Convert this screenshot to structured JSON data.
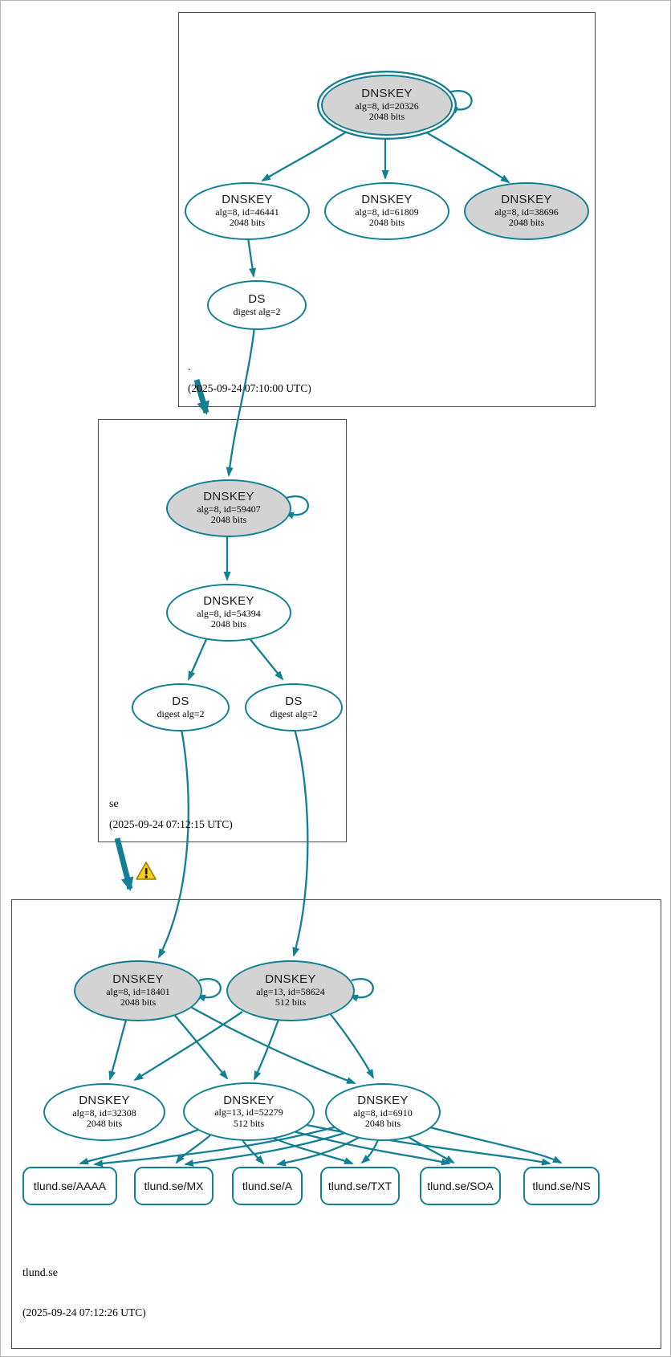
{
  "colors": {
    "edge": "#127f92",
    "node_fill": "#d3d3d3",
    "warning": "#f7cf13"
  },
  "zones": [
    {
      "label": ".",
      "timestamp": "(2025-09-24 07:10:00 UTC)",
      "dnskeys": [
        {
          "title": "DNSKEY",
          "detail": "alg=8, id=20326",
          "bits": "2048 bits"
        },
        {
          "title": "DNSKEY",
          "detail": "alg=8, id=46441",
          "bits": "2048 bits"
        },
        {
          "title": "DNSKEY",
          "detail": "alg=8, id=61809",
          "bits": "2048 bits"
        },
        {
          "title": "DNSKEY",
          "detail": "alg=8, id=38696",
          "bits": "2048 bits"
        }
      ],
      "ds": [
        {
          "title": "DS",
          "detail": "digest alg=2"
        }
      ]
    },
    {
      "label": "se",
      "timestamp": "(2025-09-24 07:12:15 UTC)",
      "dnskeys": [
        {
          "title": "DNSKEY",
          "detail": "alg=8, id=59407",
          "bits": "2048 bits"
        },
        {
          "title": "DNSKEY",
          "detail": "alg=8, id=54394",
          "bits": "2048 bits"
        }
      ],
      "ds": [
        {
          "title": "DS",
          "detail": "digest alg=2"
        },
        {
          "title": "DS",
          "detail": "digest alg=2"
        }
      ]
    },
    {
      "label": "tlund.se",
      "timestamp": "(2025-09-24 07:12:26 UTC)",
      "dnskeys": [
        {
          "title": "DNSKEY",
          "detail": "alg=8, id=18401",
          "bits": "2048 bits"
        },
        {
          "title": "DNSKEY",
          "detail": "alg=13, id=58624",
          "bits": "512 bits"
        },
        {
          "title": "DNSKEY",
          "detail": "alg=8, id=32308",
          "bits": "2048 bits"
        },
        {
          "title": "DNSKEY",
          "detail": "alg=13, id=52279",
          "bits": "512 bits"
        },
        {
          "title": "DNSKEY",
          "detail": "alg=8, id=6910",
          "bits": "2048 bits"
        }
      ],
      "records": [
        {
          "label": "tlund.se/AAAA"
        },
        {
          "label": "tlund.se/MX"
        },
        {
          "label": "tlund.se/A"
        },
        {
          "label": "tlund.se/TXT"
        },
        {
          "label": "tlund.se/SOA"
        },
        {
          "label": "tlund.se/NS"
        }
      ]
    }
  ]
}
